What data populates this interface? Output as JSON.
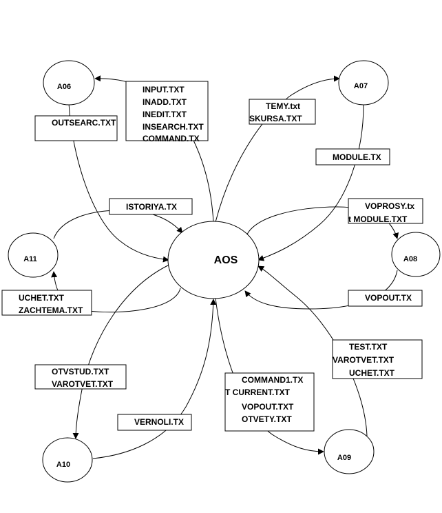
{
  "nodes": {
    "aos": "AOS",
    "a06": "A06",
    "a07": "A07",
    "a08": "A08",
    "a09": "A09",
    "a10": "A10",
    "a11": "A11"
  },
  "labels": {
    "input_group": [
      "INPUT.TXT",
      "INADD.TXT",
      "INEDIT.TXT",
      "INSEARCH.TXT",
      "COMMAND.TX"
    ],
    "outsearc": "OUTSEARC.TXT",
    "temy": [
      "TEMY.txt",
      "SKURSA.TXT"
    ],
    "module": "MODULE.TX",
    "istoriya": "ISTORIYA.TX",
    "voprosy": [
      "VOPROSY.tx",
      "t MODULE.TXT"
    ],
    "vopout": "VOPOUT.TX",
    "uchet": [
      "UCHET.TXT",
      "ZACHTEMA.TXT"
    ],
    "test_group": [
      "TEST.TXT",
      "VAROTVET.TXT",
      "UCHET.TXT"
    ],
    "otvstud": [
      "OTVSTUD.TXT",
      "VAROTVET.TXT"
    ],
    "command1": [
      "COMMAND1.TX",
      "T CURRENT.TXT",
      "VOPOUT.TXT",
      "OTVETY.TXT"
    ],
    "vernoli": "VERNOLI.TX"
  }
}
